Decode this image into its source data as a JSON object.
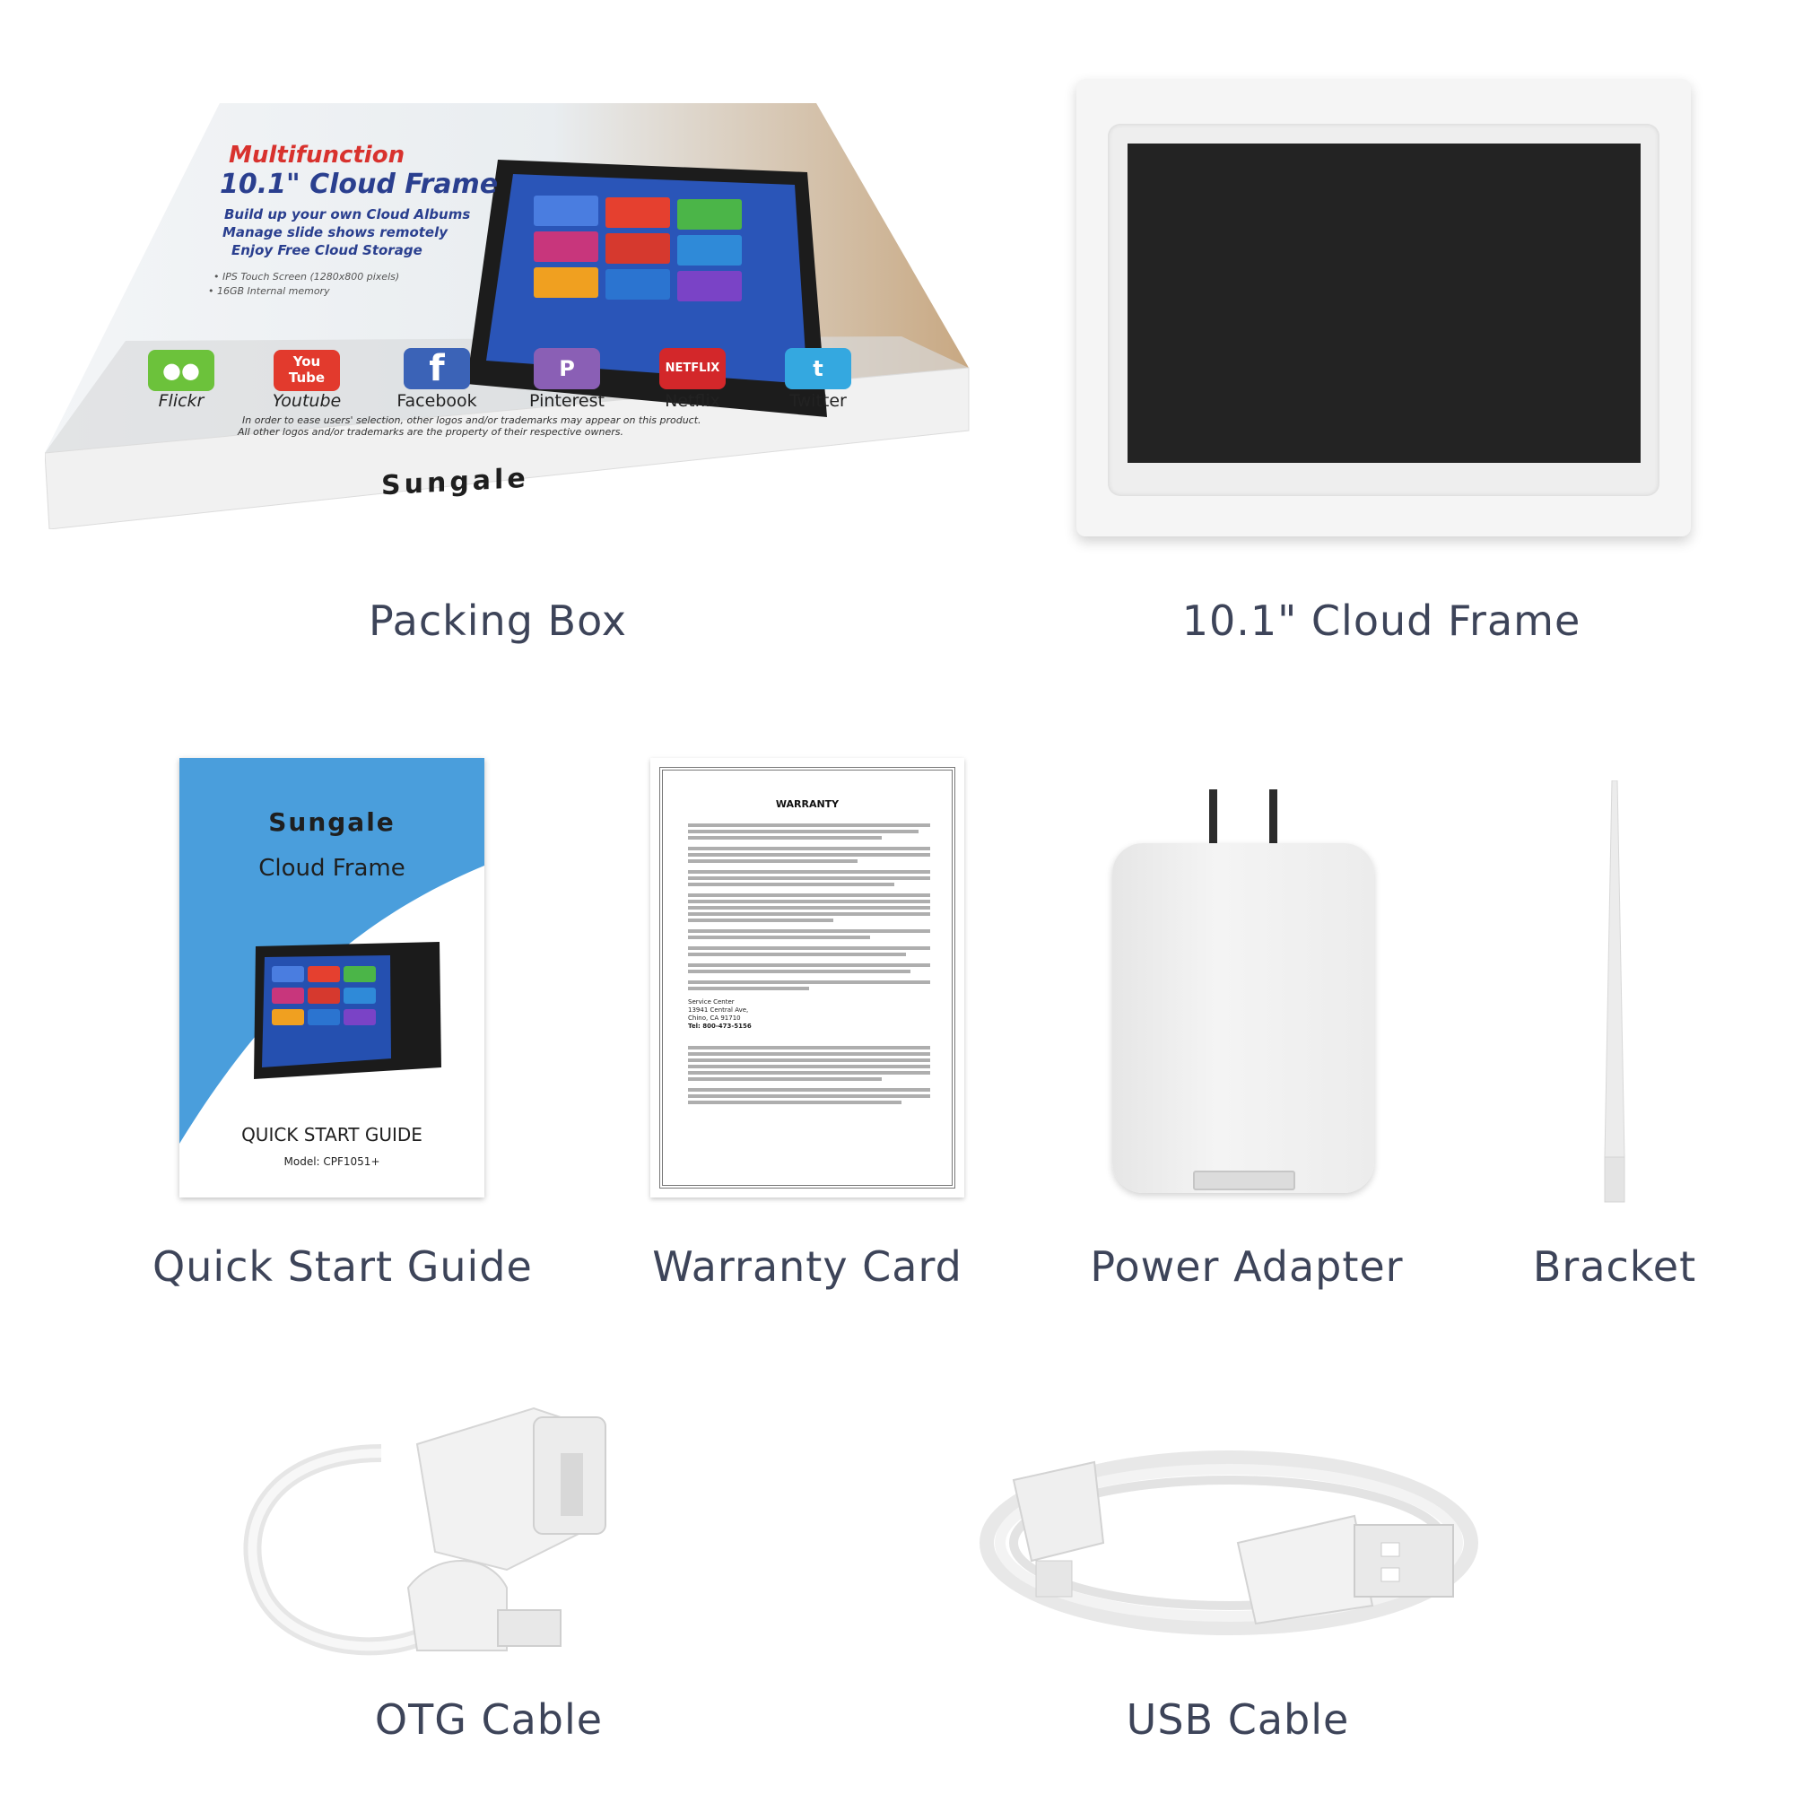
{
  "packing_box": {
    "headline": "Multifunction",
    "product": "10.1\" Cloud Frame",
    "features": [
      "Build up your own Cloud Albums",
      "Manage slide shows remotely",
      "Enjoy Free Cloud Storage"
    ],
    "specs": [
      "• IPS Touch Screen (1280x800 pixels)",
      "• 16GB Internal memory"
    ],
    "brand": "Sungale",
    "socials": [
      {
        "label": "Flickr",
        "color": "#6cc23b",
        "glyph": "●●"
      },
      {
        "label": "Youtube",
        "color": "#e23a2d",
        "glyph": "You Tube"
      },
      {
        "label": "Facebook",
        "color": "#3b63b7",
        "glyph": "f"
      },
      {
        "label": "Pinterest",
        "color": "#8a5fb5",
        "glyph": "P"
      },
      {
        "label": "Netflix",
        "color": "#d3272a",
        "glyph": "NETFLIX"
      },
      {
        "label": "Twitter",
        "color": "#34a8e0",
        "glyph": "t"
      }
    ],
    "disclaimer_line1": "In order to ease users' selection, other logos and/or trademarks may appear on this product.",
    "disclaimer_line2": "All other logos and/or trademarks are the property of their respective owners.",
    "caption": "Packing Box"
  },
  "cloud_frame": {
    "caption": "10.1\" Cloud Frame"
  },
  "quick_start_guide": {
    "brand": "Sungale",
    "subtitle": "Cloud Frame",
    "title": "QUICK START GUIDE",
    "model": "Model: CPF1051+",
    "caption": "Quick Start Guide"
  },
  "warranty_card": {
    "heading": "WARRANTY",
    "service_center": "Service Center",
    "address_1": "13941 Central Ave,",
    "address_2": "Chino, CA 91710",
    "tel": "Tel: 800-473-5156",
    "caption": "Warranty Card"
  },
  "power_adapter": {
    "caption": "Power Adapter"
  },
  "bracket": {
    "caption": "Bracket"
  },
  "otg_cable": {
    "caption": "OTG Cable"
  },
  "usb_cable": {
    "caption": "USB Cable"
  },
  "colors": {
    "caption_text": "#3d4459",
    "guide_blue": "#4a9edc",
    "box_red": "#d8322e",
    "box_navy": "#2a3f8f"
  }
}
